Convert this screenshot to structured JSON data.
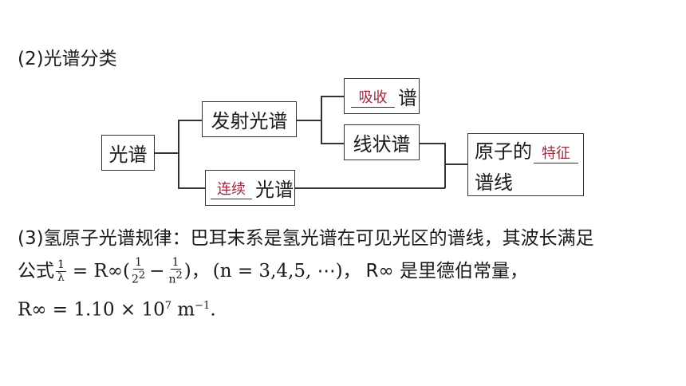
{
  "section2": {
    "heading": "(2)光谱分类"
  },
  "diagram": {
    "root": "光谱",
    "emission": "发射光谱",
    "absorption_answer": "吸收",
    "absorption_suffix": "谱",
    "line_spectrum": "线状谱",
    "continuous_answer": "连续",
    "continuous_suffix": "光谱",
    "atom_prefix": "原子的",
    "atom_answer": "特征",
    "atom_suffix": "谱线"
  },
  "section3": {
    "line1": "(3)氢原子光谱规律：巴耳末系是氢光谱在可见光区的谱线，其波长满足",
    "formula_prefix": "公式",
    "lambda_num": "1",
    "lambda_den": "λ",
    "eq_rinf": "= R∞(",
    "f1_num": "1",
    "f1_den_base": "2",
    "f1_den_exp": "2",
    "minus": "−",
    "f2_num": "1",
    "f2_den_base": "n",
    "f2_den_exp": "2",
    "close_paren": ")，",
    "n_range": "(n = 3,4,5, ⋯)，",
    "rinf_desc": "R∞  是里德伯常量，",
    "line3_left": "R∞ = 1.10 × 10",
    "line3_exp": "7",
    "line3_unit": " m",
    "line3_unit_exp": "−1",
    "line3_end": "."
  }
}
